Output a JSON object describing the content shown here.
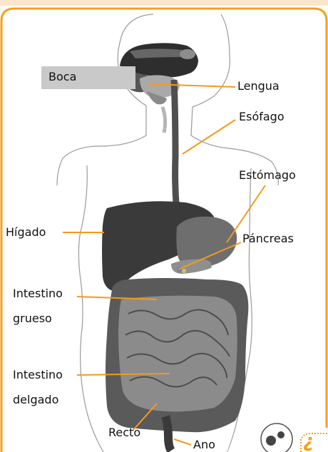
{
  "labels": {
    "boca": "Boca",
    "lengua": "Lengua",
    "esofago": "Esófago",
    "estomago": "Estómago",
    "pancreas": "Páncreas",
    "higado": "Hígado",
    "intestino_grueso_1": "Intestino",
    "intestino_grueso_2": "grueso",
    "intestino_delgado_1": "Intestino",
    "intestino_delgado_2": "delgado",
    "recto": "Recto",
    "ano": "Ano"
  },
  "corner_badge": {
    "text": "¿",
    "icon": "gears-icon"
  },
  "colors": {
    "frame": "#f4a11d",
    "leader_lines": "#f39a1e",
    "organ_dark": "#3a3a3a",
    "organ_mid": "#707070",
    "label_box": "#c9c9c9"
  }
}
